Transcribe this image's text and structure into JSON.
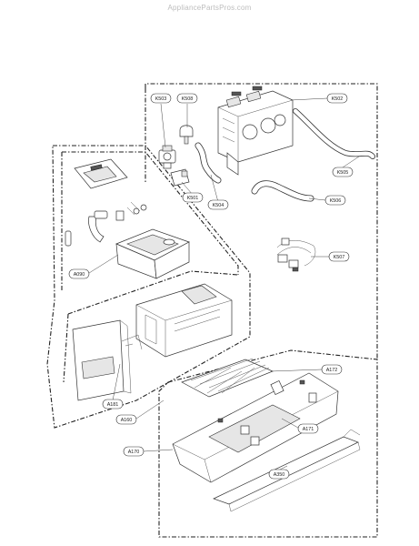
{
  "watermark": "AppliancePartsPros.com",
  "callouts": {
    "k503": "K503",
    "k508": "K508",
    "k502": "K502",
    "k505": "K505",
    "k501": "K501",
    "k504": "K504",
    "k506": "K506",
    "k507": "K507",
    "a090": "A090",
    "a181": "A181",
    "a160": "A160",
    "a172": "A172",
    "a171": "A171",
    "a170": "A170",
    "a350": "A350"
  }
}
